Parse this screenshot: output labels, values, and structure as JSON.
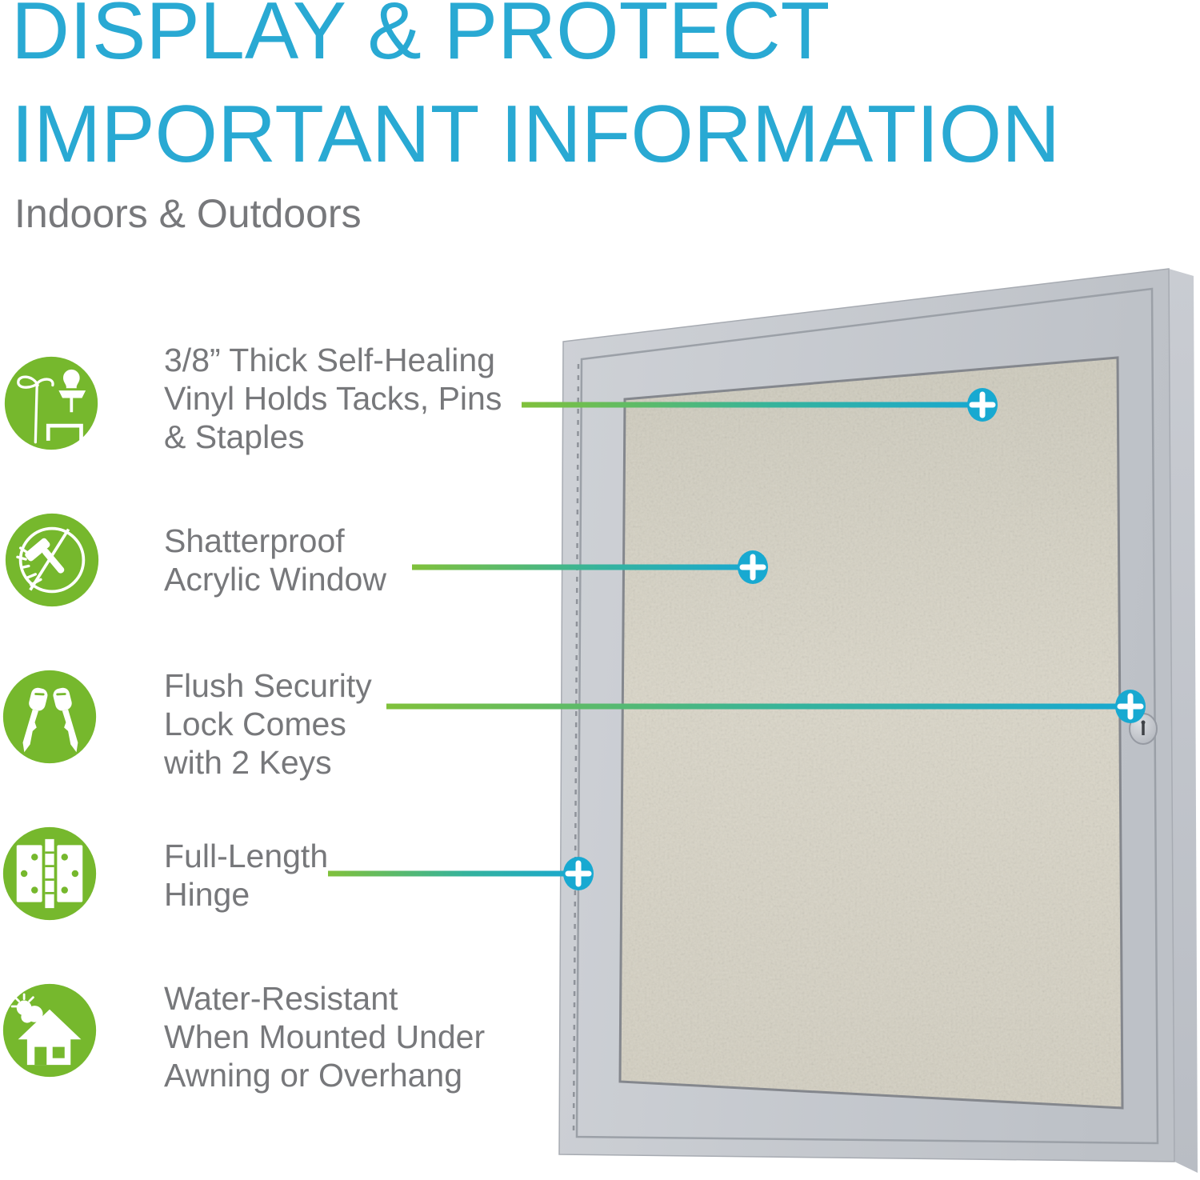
{
  "header": {
    "title_line1": "DISPLAY & PROTECT",
    "title_line2": "IMPORTANT INFORMATION",
    "subtitle": "Indoors & Outdoors"
  },
  "features": [
    {
      "icon": "tacks-pins-staples-icon",
      "text": "3/8” Thick Self-Healing\nVinyl Holds Tacks, Pins\n& Staples"
    },
    {
      "icon": "no-hammer-icon",
      "text": "Shatterproof\nAcrylic Window"
    },
    {
      "icon": "keys-icon",
      "text": "Flush Security\nLock Comes\nwith 2 Keys"
    },
    {
      "icon": "hinge-icon",
      "text": "Full-Length\nHinge"
    },
    {
      "icon": "house-awning-icon",
      "text": "Water-Resistant\nWhen Mounted Under\nAwning or Overhang"
    }
  ],
  "callouts": {
    "marker_symbol": "+",
    "marker_count": 4
  },
  "colors": {
    "title_blue": "#29a9d3",
    "text_gray": "#77787b",
    "icon_green": "#76b82d",
    "callout_cyan": "#18a9d1",
    "line_gradient_start": "#80c13b",
    "line_gradient_end": "#18a8d1",
    "frame_silver": "#c6c9cf",
    "vinyl_beige": "#d7d3c5"
  }
}
